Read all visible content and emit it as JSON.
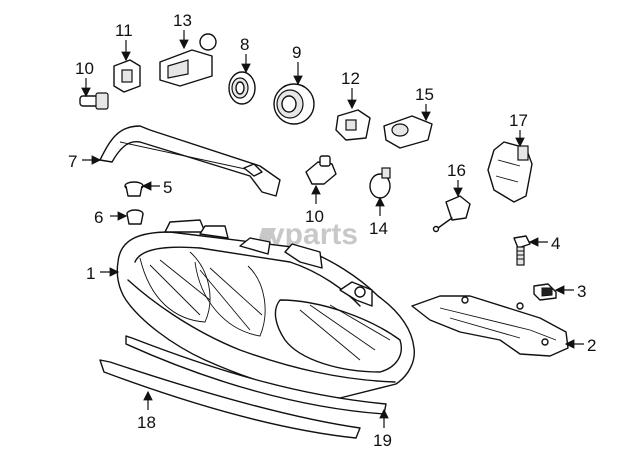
{
  "watermark": {
    "text": "vparts"
  },
  "callouts": {
    "c1": "1",
    "c2": "2",
    "c3": "3",
    "c4": "4",
    "c5": "5",
    "c6": "6",
    "c7": "7",
    "c8": "8",
    "c9": "9",
    "c10a": "10",
    "c10b": "10",
    "c11": "11",
    "c12": "12",
    "c13": "13",
    "c14": "14",
    "c15": "15",
    "c16": "16",
    "c17": "17",
    "c18": "18",
    "c19": "19"
  }
}
